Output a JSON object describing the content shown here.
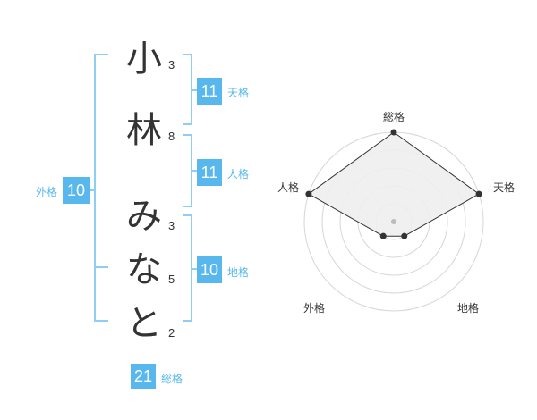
{
  "name": {
    "chars": [
      {
        "char": "小",
        "strokes": "3"
      },
      {
        "char": "林",
        "strokes": "8"
      },
      {
        "char": "み",
        "strokes": "3"
      },
      {
        "char": "な",
        "strokes": "5"
      },
      {
        "char": "と",
        "strokes": "2"
      }
    ]
  },
  "fortunes": {
    "tenkaku": {
      "label": "天格",
      "value": "11"
    },
    "jinkaku": {
      "label": "人格",
      "value": "11"
    },
    "chikaku": {
      "label": "地格",
      "value": "10"
    },
    "gaikaku": {
      "label": "外格",
      "value": "10"
    },
    "soukaku": {
      "label": "総格",
      "value": "21"
    }
  },
  "chart_data": {
    "type": "radar",
    "axes": [
      "総格",
      "天格",
      "地格",
      "外格",
      "人格"
    ],
    "values": [
      5,
      5,
      1,
      1,
      5
    ],
    "max": 5,
    "rings": 5
  }
}
